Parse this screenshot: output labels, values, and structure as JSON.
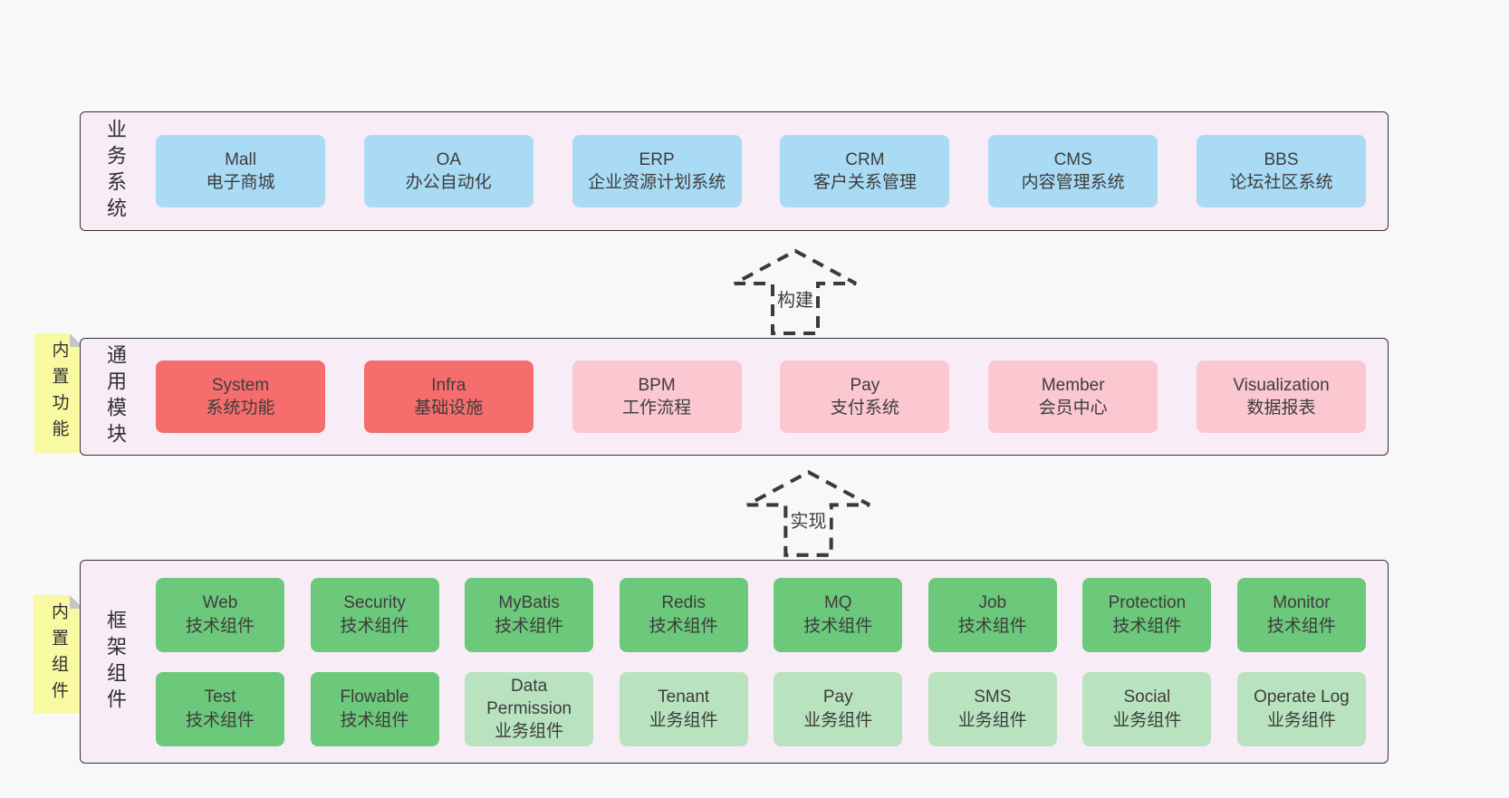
{
  "diagram": {
    "colors": {
      "page_bg": "#f8f8f8",
      "container_fill": "#f8edf6",
      "container_border": "#333333",
      "box_text": "#3d3d3d",
      "tag_bg": "#f9f9a1",
      "tag_fold": "#c6c6c6",
      "arrow_stroke": "#3a3a3a",
      "blue": "#a9dbf5",
      "red": "#f56d6d",
      "pink": "#fbc7d0",
      "green": "#6cc87a",
      "lightgreen": "#b9e3bf"
    },
    "arrows": [
      {
        "label": "构建"
      },
      {
        "label": "实现"
      }
    ],
    "layers": {
      "business": {
        "label_vertical": "业务系统",
        "boxes": [
          {
            "title": "Mall",
            "subtitle": "电子商城",
            "color": "blue"
          },
          {
            "title": "OA",
            "subtitle": "办公自动化",
            "color": "blue"
          },
          {
            "title": "ERP",
            "subtitle": "企业资源计划系统",
            "color": "blue"
          },
          {
            "title": "CRM",
            "subtitle": "客户关系管理",
            "color": "blue"
          },
          {
            "title": "CMS",
            "subtitle": "内容管理系统",
            "color": "blue"
          },
          {
            "title": "BBS",
            "subtitle": "论坛社区系统",
            "color": "blue"
          }
        ]
      },
      "modules": {
        "label_vertical": "通用模块",
        "tag": "内置功能",
        "boxes": [
          {
            "title": "System",
            "subtitle": "系统功能",
            "color": "red"
          },
          {
            "title": "Infra",
            "subtitle": "基础设施",
            "color": "red"
          },
          {
            "title": "BPM",
            "subtitle": "工作流程",
            "color": "pink"
          },
          {
            "title": "Pay",
            "subtitle": "支付系统",
            "color": "pink"
          },
          {
            "title": "Member",
            "subtitle": "会员中心",
            "color": "pink"
          },
          {
            "title": "Visualization",
            "subtitle": "数据报表",
            "color": "pink"
          }
        ]
      },
      "framework": {
        "label_vertical": "框架组件",
        "tag": "内置组件",
        "row1": [
          {
            "title": "Web",
            "subtitle": "技术组件",
            "color": "green"
          },
          {
            "title": "Security",
            "subtitle": "技术组件",
            "color": "green"
          },
          {
            "title": "MyBatis",
            "subtitle": "技术组件",
            "color": "green"
          },
          {
            "title": "Redis",
            "subtitle": "技术组件",
            "color": "green"
          },
          {
            "title": "MQ",
            "subtitle": "技术组件",
            "color": "green"
          },
          {
            "title": "Job",
            "subtitle": "技术组件",
            "color": "green"
          },
          {
            "title": "Protection",
            "subtitle": "技术组件",
            "color": "green"
          },
          {
            "title": "Monitor",
            "subtitle": "技术组件",
            "color": "green"
          }
        ],
        "row2": [
          {
            "title": "Test",
            "subtitle": "技术组件",
            "color": "green"
          },
          {
            "title": "Flowable",
            "subtitle": "技术组件",
            "color": "green"
          },
          {
            "title": "Data Permission",
            "subtitle": "业务组件",
            "color": "lightgreen"
          },
          {
            "title": "Tenant",
            "subtitle": "业务组件",
            "color": "lightgreen"
          },
          {
            "title": "Pay",
            "subtitle": "业务组件",
            "color": "lightgreen"
          },
          {
            "title": "SMS",
            "subtitle": "业务组件",
            "color": "lightgreen"
          },
          {
            "title": "Social",
            "subtitle": "业务组件",
            "color": "lightgreen"
          },
          {
            "title": "Operate Log",
            "subtitle": "业务组件",
            "color": "lightgreen"
          }
        ]
      }
    }
  }
}
